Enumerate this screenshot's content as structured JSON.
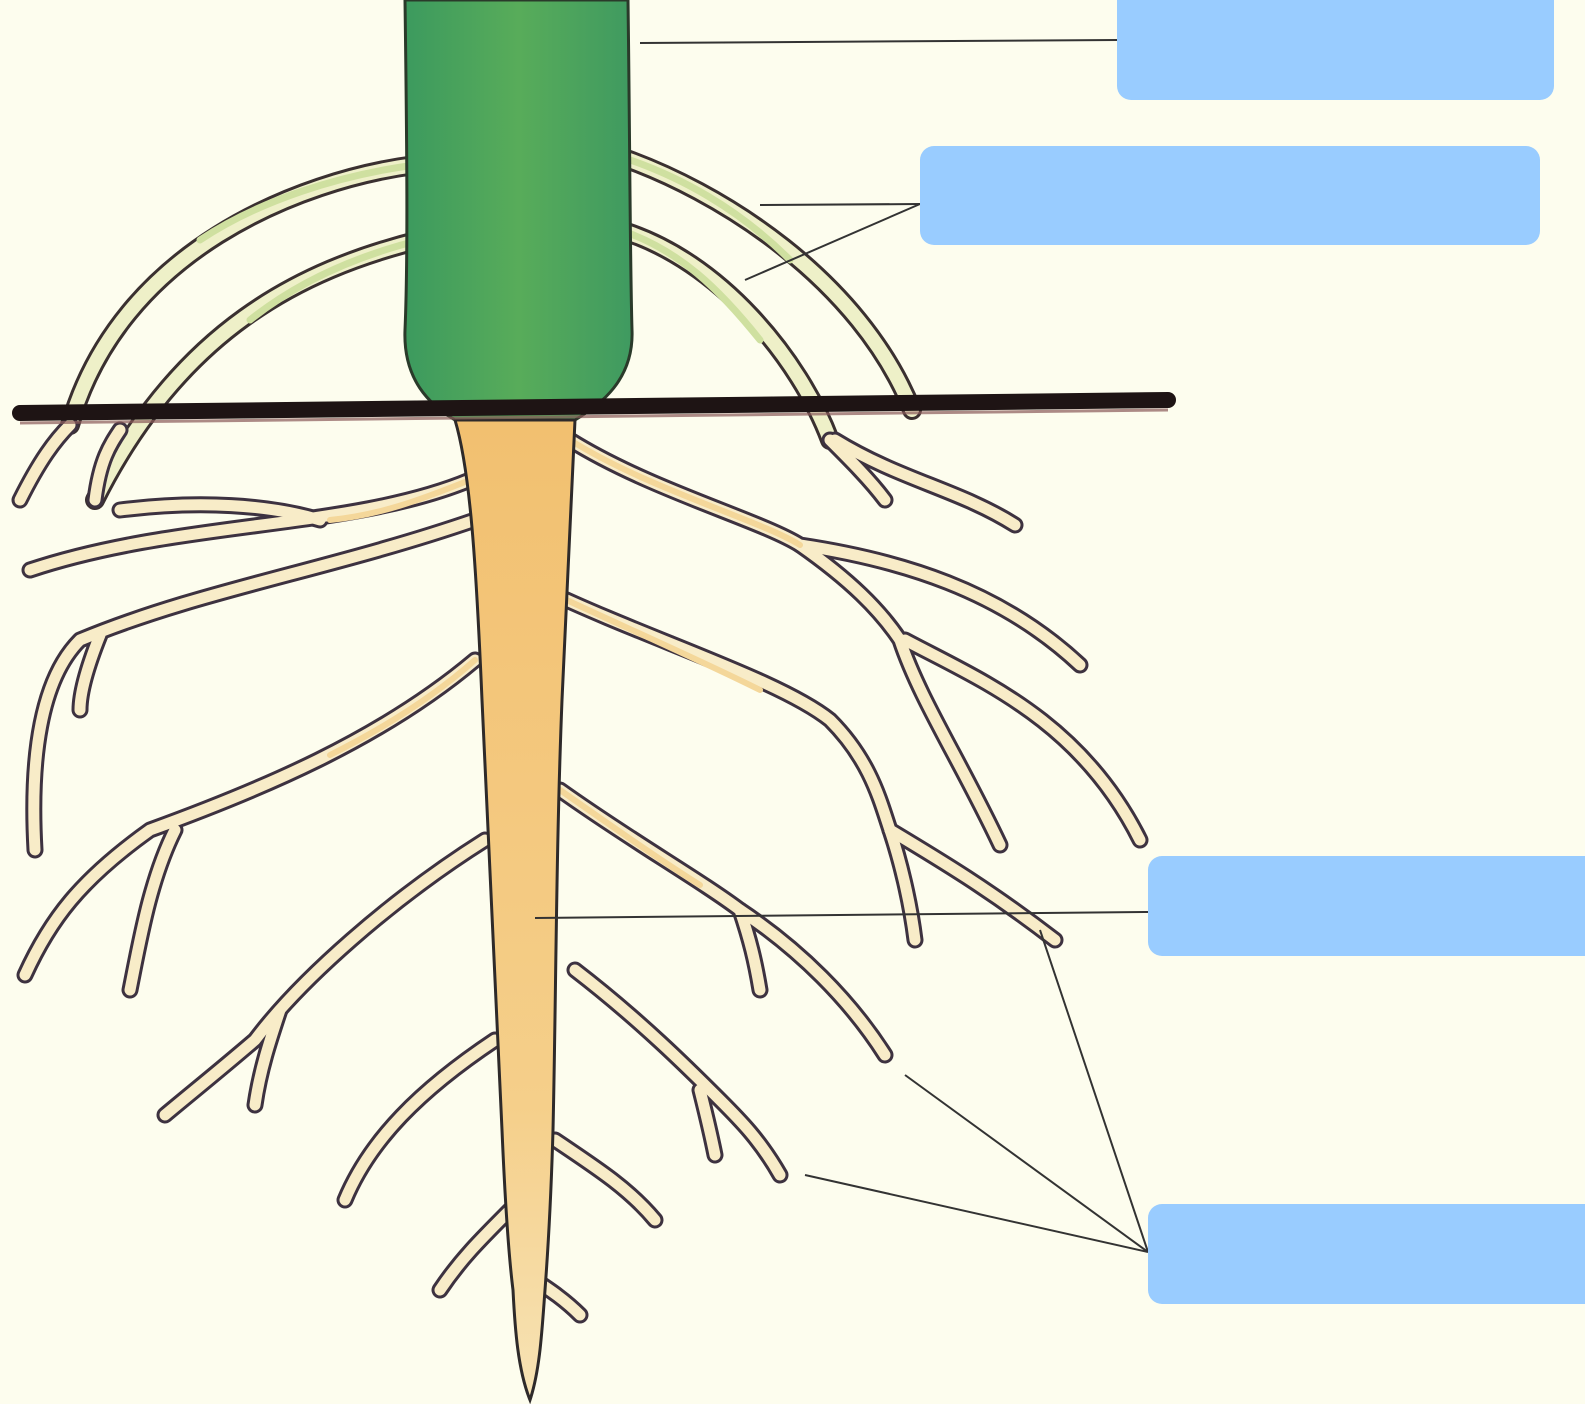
{
  "diagram": {
    "background_color": "#fdfdee",
    "label_box_color": "#99ccff",
    "stem_color": "#3f9a5c",
    "taproot_color": "#f3c57a",
    "lateral_root_color": "#f7edd0",
    "soil_line_color": "#1e1414",
    "labels": [
      {
        "id": "stem",
        "text": ""
      },
      {
        "id": "adventitious-roots",
        "text": ""
      },
      {
        "id": "main-root",
        "text": ""
      },
      {
        "id": "lateral-roots",
        "text": ""
      }
    ]
  }
}
